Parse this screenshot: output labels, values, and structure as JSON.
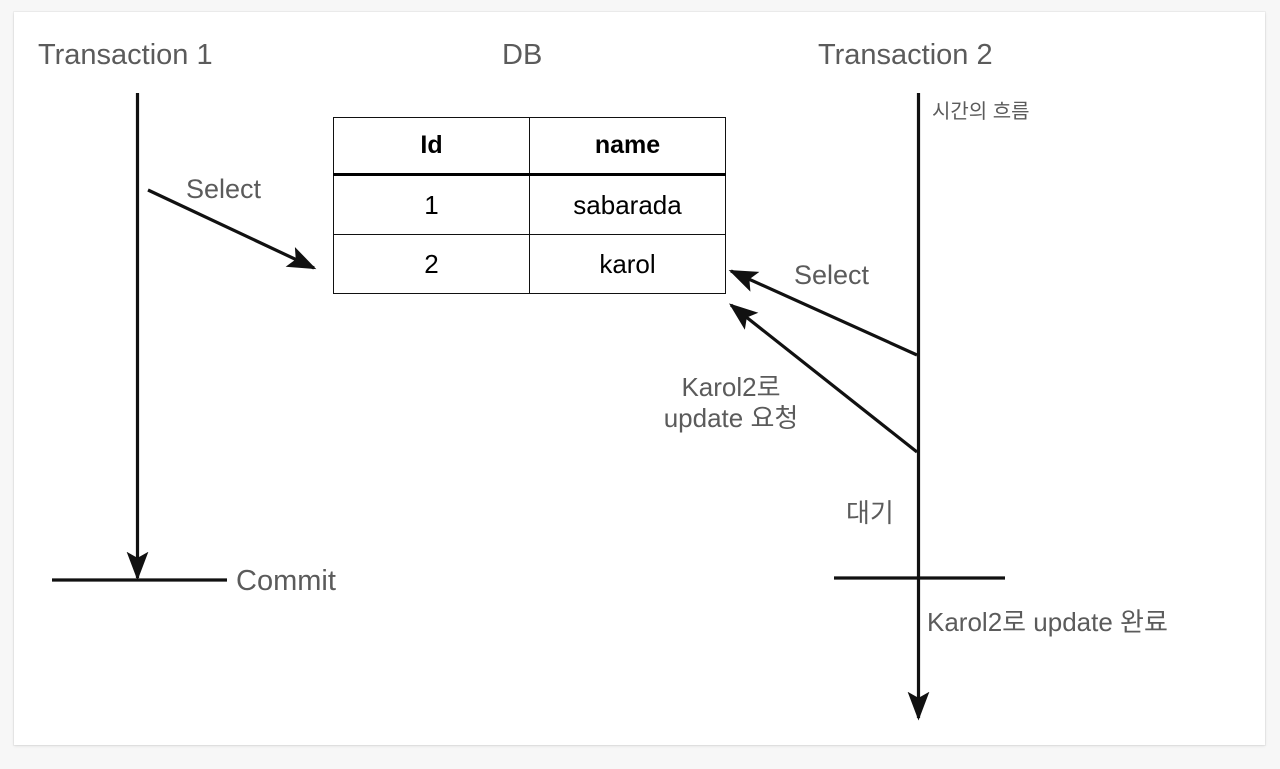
{
  "diagram": {
    "type": "sequence-diagram",
    "topic": "DB transaction lock / update waiting",
    "lanes": [
      {
        "id": "tx1",
        "title": "Transaction 1"
      },
      {
        "id": "db",
        "title": "DB"
      },
      {
        "id": "tx2",
        "title": "Transaction 2"
      }
    ],
    "annotations": {
      "time_flow": "시간의 흐름",
      "waiting": "대기",
      "update_done": "Karol2로 update 완료",
      "commit": "Commit"
    },
    "messages": [
      {
        "id": "m1",
        "label": "Select",
        "from": "tx1",
        "to": "db"
      },
      {
        "id": "m2",
        "label": "Select",
        "from": "tx2",
        "to": "db"
      },
      {
        "id": "m3",
        "label_line1": "Karol2로",
        "label_line2": "update 요청",
        "from": "tx2",
        "to": "db"
      }
    ],
    "table": {
      "columns": [
        "Id",
        "name"
      ],
      "rows": [
        [
          "1",
          "sabarada"
        ],
        [
          "2",
          "karol"
        ]
      ]
    },
    "colors": {
      "text": "#5b5b5b",
      "line": "#111111",
      "table_text": "#000000",
      "card": "#ffffff",
      "backdrop": "#f7f7f7"
    }
  }
}
